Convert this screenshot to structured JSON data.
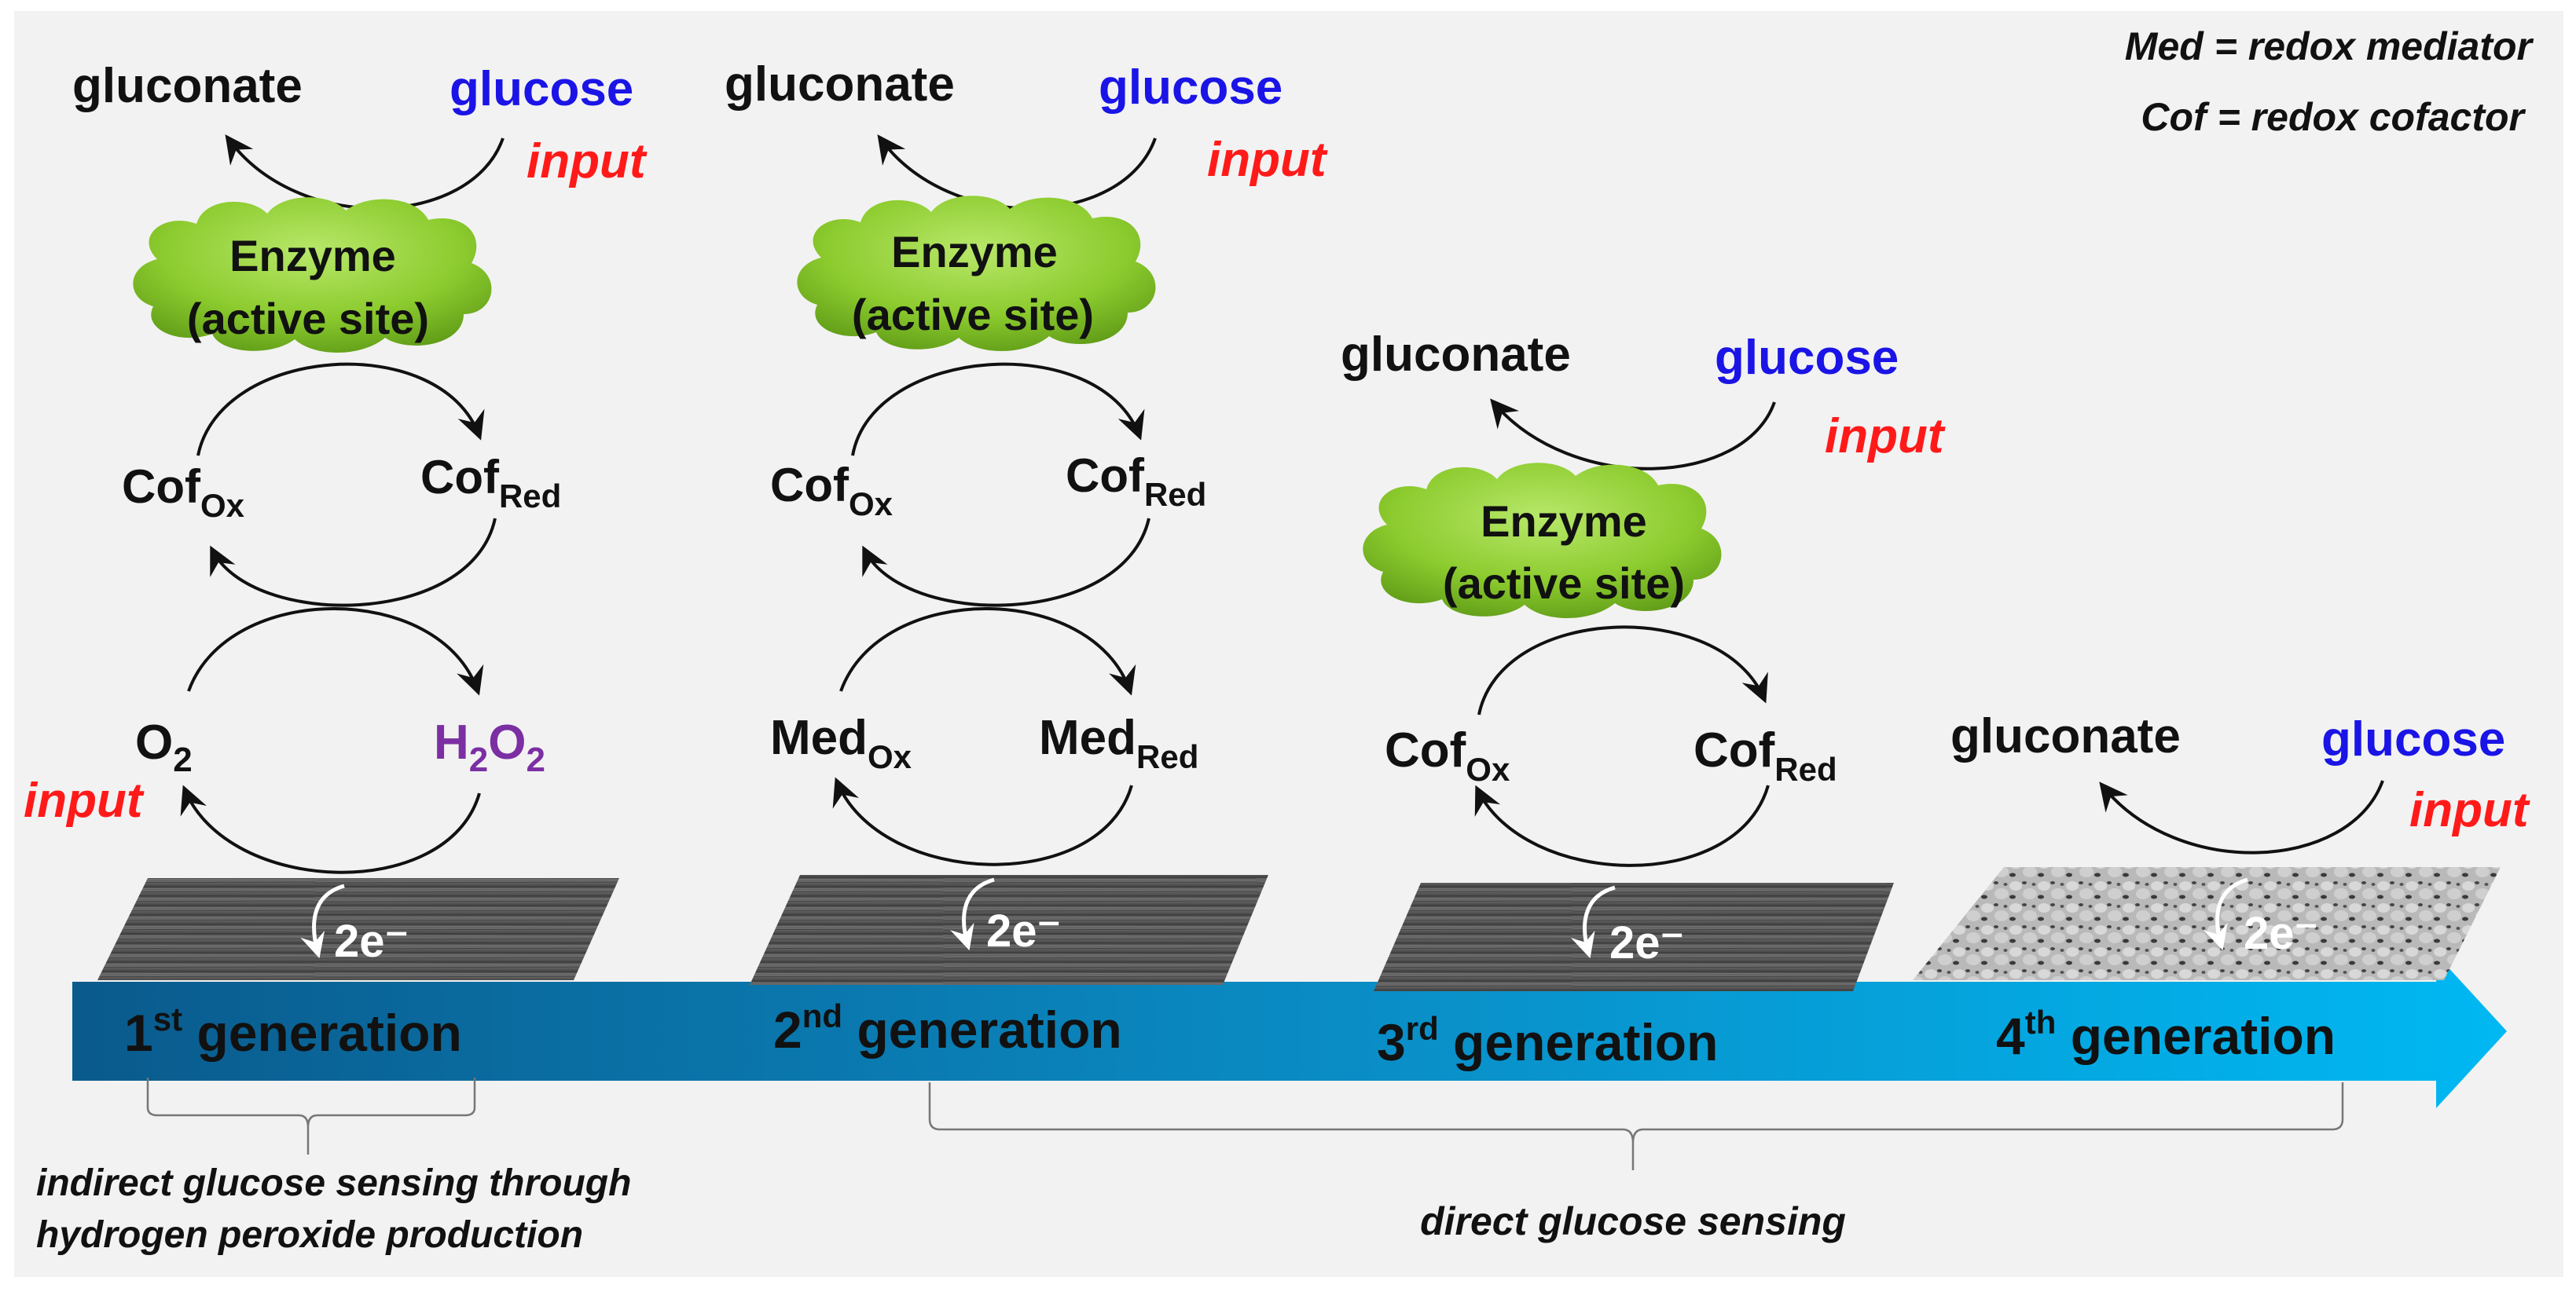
{
  "legend": {
    "line1": "Med = redox mediator",
    "line2": "Cof = redox cofactor"
  },
  "labels": {
    "gluconate": "gluconate",
    "glucose": "glucose",
    "input": "input",
    "enzyme_line1": "Enzyme",
    "enzyme_line2": "(active site)",
    "cof": "Cof",
    "med": "Med",
    "sub_ox": "Ox",
    "sub_red": "Red",
    "electrons": "2e⁻"
  },
  "gen1": {
    "o2_main": "O",
    "o2_sub": "2",
    "h2o2_h": "H",
    "h2o2_sub1": "2",
    "h2o2_o": "O",
    "h2o2_sub2": "2"
  },
  "timeline": {
    "gen1_num": "1",
    "gen1_sup": "st",
    "gen2_num": "2",
    "gen2_sup": "nd",
    "gen3_num": "3",
    "gen3_sup": "rd",
    "gen4_num": "4",
    "gen4_sup": "th",
    "generation": " generation"
  },
  "brackets": {
    "indirect_line1": "indirect glucose sensing through",
    "indirect_line2": "hydrogen peroxide production",
    "direct": "direct glucose sensing"
  },
  "colors": {
    "glucose": "#1a14e6",
    "input": "#ff1a1a",
    "h2o2": "#7b2fa3",
    "enzyme_cloud": "#8ccb2e",
    "arrow_dark": "#0a5a8c",
    "arrow_light": "#00b4f0"
  }
}
